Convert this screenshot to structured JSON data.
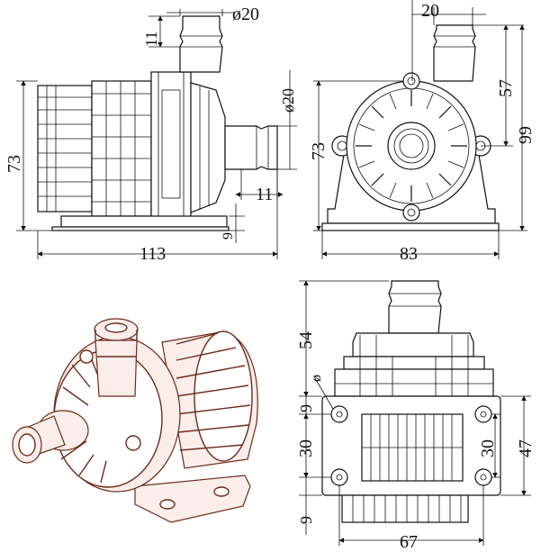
{
  "colors": {
    "line": "#111111",
    "render_outline": "#6d2a1c",
    "background": "#ffffff"
  },
  "side_view": {
    "dims": {
      "outlet_diameter": "ø20",
      "top_height": "11",
      "overall_height": "73",
      "inlet_diameter": "ø20",
      "inlet_length": "11",
      "base_height": "9",
      "overall_length": "113"
    }
  },
  "front_view": {
    "dims": {
      "outlet_width": "20",
      "outlet_offset": "57",
      "overall_height": "99",
      "body_height": "73",
      "base_width": "83"
    }
  },
  "bottom_view": {
    "dims": {
      "top_height": "54",
      "hole_diameter": "ø",
      "hole_offset_left": "9",
      "hole_spacing_left": "30",
      "hole_spacing_right": "30",
      "height_right": "47",
      "bottom_offset": "9",
      "width": "67"
    }
  }
}
